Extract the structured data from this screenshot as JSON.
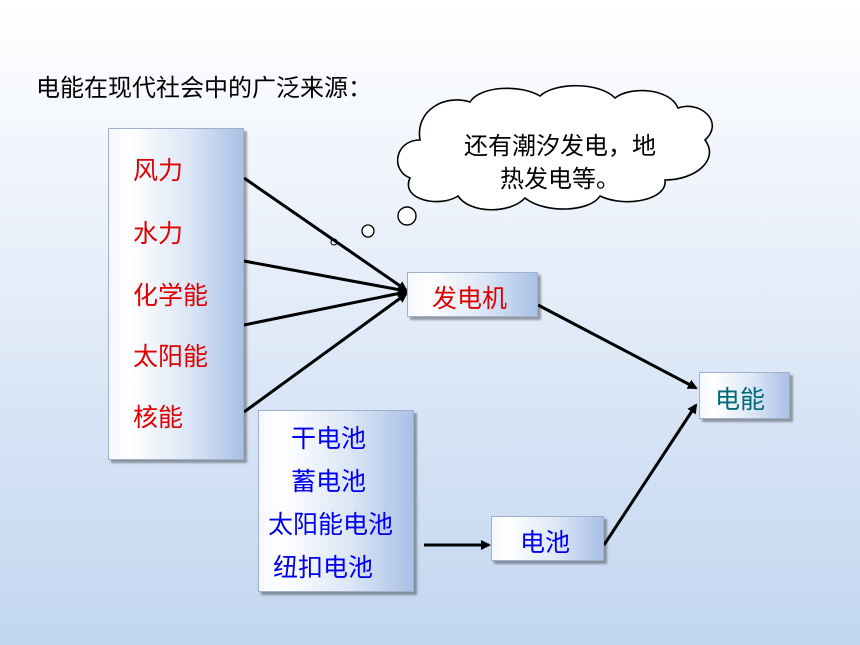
{
  "title": "电能在现代社会中的广泛来源：",
  "sources": [
    "风力",
    "水力",
    "化学能",
    "太阳能",
    "核能"
  ],
  "generator": "发电机",
  "electric_energy": "电能",
  "batteries": [
    "干电池",
    "蓄电池",
    "太阳能电池",
    "纽扣电池"
  ],
  "battery": "电池",
  "thought_bubble": {
    "line1": "还有潮汐发电，地",
    "line2": "热发电等。"
  },
  "colors": {
    "sources": "#e00000",
    "generator": "#e00000",
    "electric_energy": "#006b78",
    "batteries": "#0000ee"
  }
}
